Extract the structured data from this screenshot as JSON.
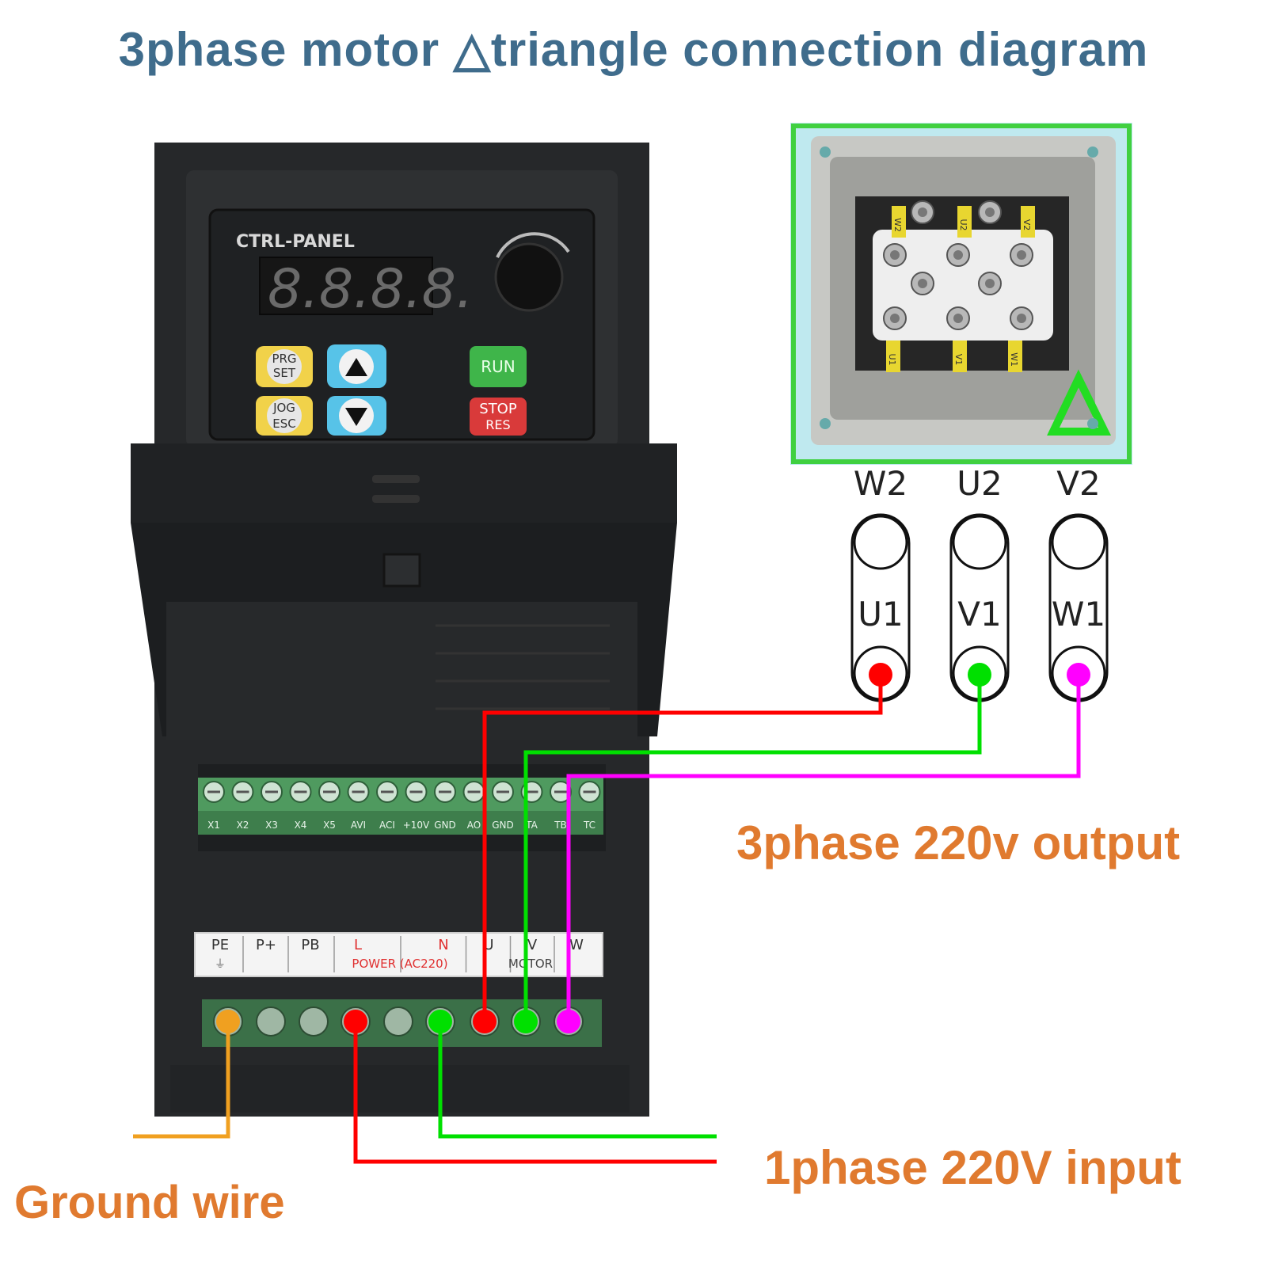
{
  "title": "3phase motor △triangle connection diagram",
  "labels": {
    "output": "3phase 220v output",
    "input": "1phase 220V input",
    "ground": "Ground wire"
  },
  "panel": {
    "name": "CTRL-PANEL",
    "display": "8.8.8.8.",
    "buttons": {
      "prg": [
        "PRG",
        "SET"
      ],
      "jog": [
        "JOG",
        "ESC"
      ],
      "run": "RUN",
      "stop": [
        "STOP",
        "RES"
      ]
    }
  },
  "control_terminals": [
    "X1",
    "X2",
    "X3",
    "X4",
    "X5",
    "AVI",
    "ACI",
    "+10V",
    "GND",
    "AO",
    "GND",
    "TA",
    "TB",
    "TC"
  ],
  "power_terminals": {
    "top": [
      "PE",
      "P+",
      "PB",
      "L",
      "N",
      "U",
      "V",
      "W"
    ],
    "power_group": "POWER (AC220)",
    "motor_group": "MOTOR"
  },
  "motor_top_labels": [
    "W2",
    "U2",
    "V2"
  ],
  "motor_mid_labels": [
    "U1",
    "V1",
    "W1"
  ],
  "motor_box_tags": [
    "W2",
    "U2",
    "V2",
    "U1",
    "V1",
    "W1"
  ],
  "colors": {
    "u_wire": "#ff0000",
    "v_wire": "#00e000",
    "w_wire": "#ff00ff",
    "ground_wire": "#f0a020",
    "l_wire": "#ff0000",
    "n_wire": "#00e000",
    "accent_title": "#3f6c8c",
    "label_orange": "#e07a2f",
    "delta": "#22dd22"
  }
}
